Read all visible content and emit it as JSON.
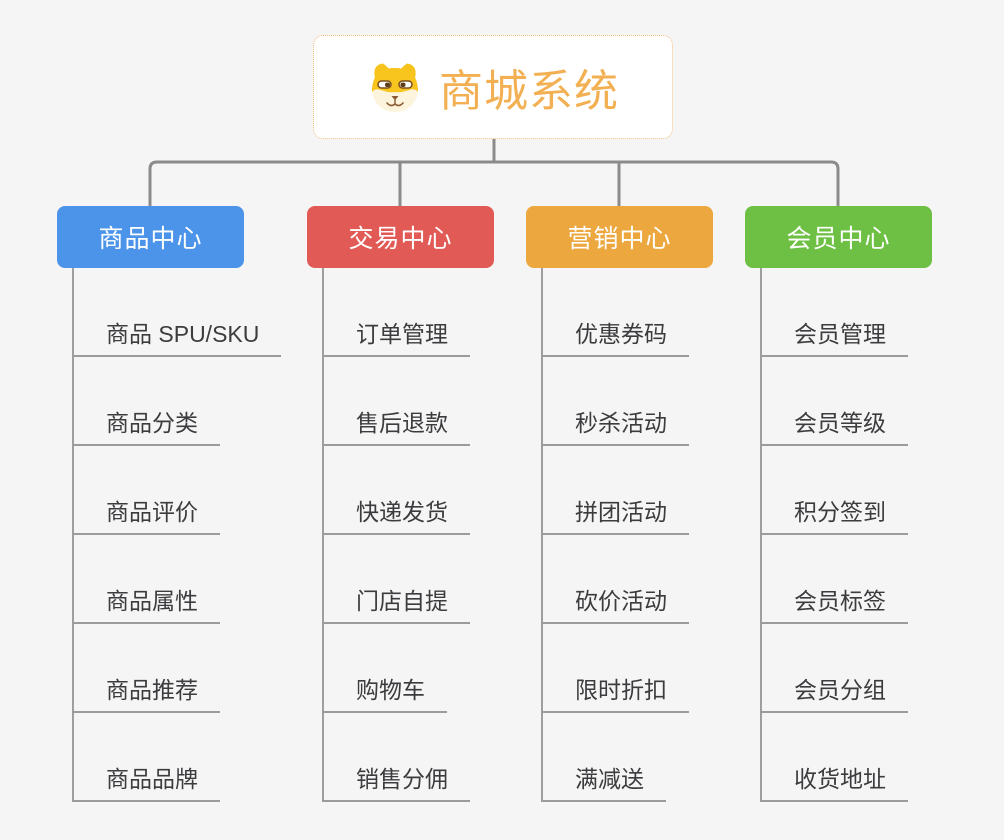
{
  "root": {
    "title": "商城系统",
    "icon": "shiba-dog"
  },
  "branches": [
    {
      "label": "商品中心",
      "color": "#4b94e9",
      "items": [
        "商品 SPU/SKU",
        "商品分类",
        "商品评价",
        "商品属性",
        "商品推荐",
        "商品品牌"
      ]
    },
    {
      "label": "交易中心",
      "color": "#e25a55",
      "items": [
        "订单管理",
        "售后退款",
        "快递发货",
        "门店自提",
        "购物车",
        "销售分佣"
      ]
    },
    {
      "label": "营销中心",
      "color": "#eca73e",
      "items": [
        "优惠券码",
        "秒杀活动",
        "拼团活动",
        "砍价活动",
        "限时折扣",
        "满减送"
      ]
    },
    {
      "label": "会员中心",
      "color": "#6ec044",
      "items": [
        "会员管理",
        "会员等级",
        "积分签到",
        "会员标签",
        "会员分组",
        "收货地址"
      ]
    }
  ],
  "colors": {
    "background": "#f5f5f6",
    "root_text": "#f2b052",
    "root_border": "#edbd7d",
    "connector": "#8b8b8b",
    "leaf_line": "#9b9b9b",
    "leaf_text": "#3c3c3e"
  }
}
